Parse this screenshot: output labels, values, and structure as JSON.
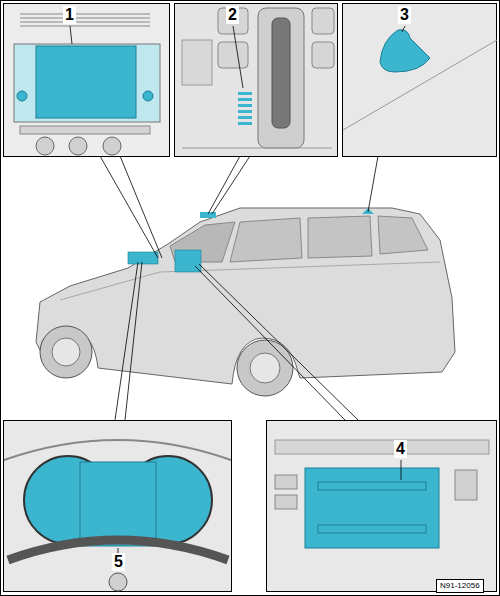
{
  "diagram": {
    "labels": [
      "1",
      "2",
      "3",
      "4",
      "5",
      "N91-12056"
    ]
  }
}
